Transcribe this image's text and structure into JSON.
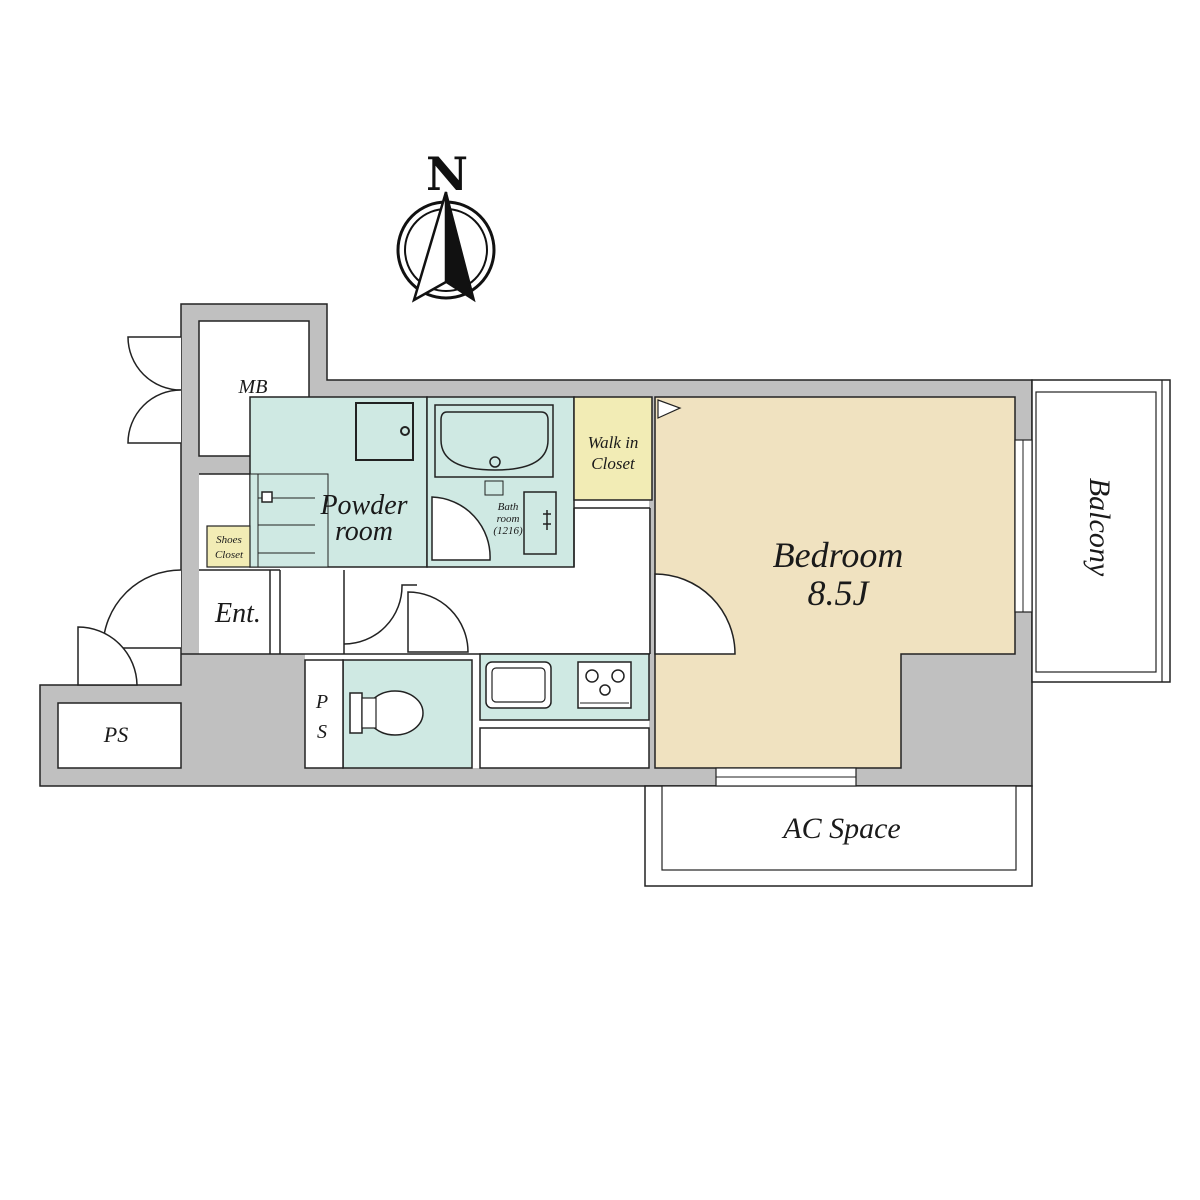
{
  "compass": {
    "letter": "N"
  },
  "rooms": {
    "mb": "MB",
    "powder_room": [
      "Powder",
      "room"
    ],
    "bath_room": [
      "Bath",
      "room",
      "(1216)"
    ],
    "walk_in_closet": [
      "Walk in",
      "Closet"
    ],
    "bedroom": [
      "Bedroom",
      "8.5J"
    ],
    "balcony": "Balcony",
    "shoes_closet": [
      "Shoes",
      "Closet"
    ],
    "entrance": "Ent.",
    "ps_outside": "PS",
    "ps_inside": [
      "P",
      "S"
    ],
    "ac_space": "AC Space"
  },
  "colors": {
    "wall": "#c0c0c0",
    "wet_area": "#cfe9e3",
    "closet": "#f2ecb5",
    "bedroom": "#f0e2c0",
    "line": "#222222"
  }
}
